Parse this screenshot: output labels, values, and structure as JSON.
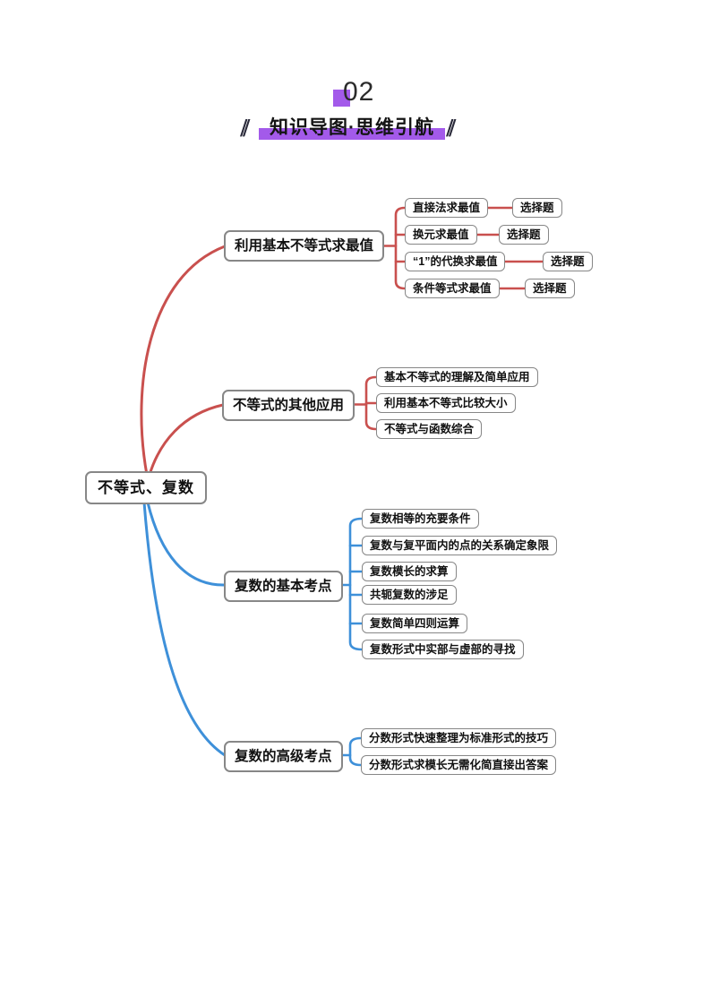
{
  "header": {
    "section_number": "02",
    "title": "知识导图·思维引航",
    "decor": "∥",
    "accent_color": "#a35aea"
  },
  "mindmap": {
    "root": {
      "label": "不等式、复数"
    },
    "colors": {
      "top_branches": "#c9504e",
      "bottom_branches": "#3e90d9",
      "node_border": "#878787"
    },
    "branches": [
      {
        "label": "利用基本不等式求最值",
        "children": [
          {
            "label": "直接法求最值",
            "tag": "选择题"
          },
          {
            "label": "换元求最值",
            "tag": "选择题"
          },
          {
            "label": "“1”的代换求最值",
            "tag": "选择题"
          },
          {
            "label": "条件等式求最值",
            "tag": "选择题"
          }
        ]
      },
      {
        "label": "不等式的其他应用",
        "children": [
          {
            "label": "基本不等式的理解及简单应用"
          },
          {
            "label": "利用基本不等式比较大小"
          },
          {
            "label": "不等式与函数综合"
          }
        ]
      },
      {
        "label": "复数的基本考点",
        "children": [
          {
            "label": "复数相等的充要条件"
          },
          {
            "label": "复数与复平面内的点的关系确定象限"
          },
          {
            "label": "复数模长的求算"
          },
          {
            "label": "共轭复数的涉足"
          },
          {
            "label": "复数简单四则运算"
          },
          {
            "label": "复数形式中实部与虚部的寻找"
          }
        ]
      },
      {
        "label": "复数的高级考点",
        "children": [
          {
            "label": "分数形式快速整理为标准形式的技巧"
          },
          {
            "label": "分数形式求模长无需化简直接出答案"
          }
        ]
      }
    ]
  }
}
